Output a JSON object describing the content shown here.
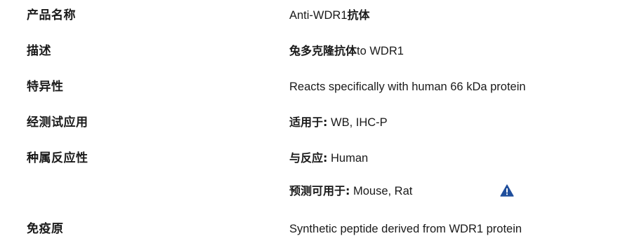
{
  "rows": [
    {
      "label": "产品名称",
      "value_text": "Anti-WDR1",
      "value_strong_after": "抗体"
    },
    {
      "label": "描述",
      "value_strong_before": "兔多克隆抗体",
      "value_text": "to WDR1"
    },
    {
      "label": "特异性",
      "value_text": "Reacts specifically with human 66 kDa protein"
    },
    {
      "label": "经测试应用",
      "value_strong_before": "适用于:",
      "value_text": " WB, IHC-P"
    },
    {
      "label": "种属反应性",
      "value_strong_before": "与反应:",
      "value_text": " Human"
    },
    {
      "label": "",
      "value_strong_before": "预测可用于:",
      "value_text": " Mouse, Rat",
      "icon": "warning-triangle-icon"
    },
    {
      "label": "免疫原",
      "value_text": "Synthetic peptide derived from WDR1 protein"
    }
  ],
  "colors": {
    "text": "#1a1a1a",
    "icon": "#1f4e9c"
  }
}
